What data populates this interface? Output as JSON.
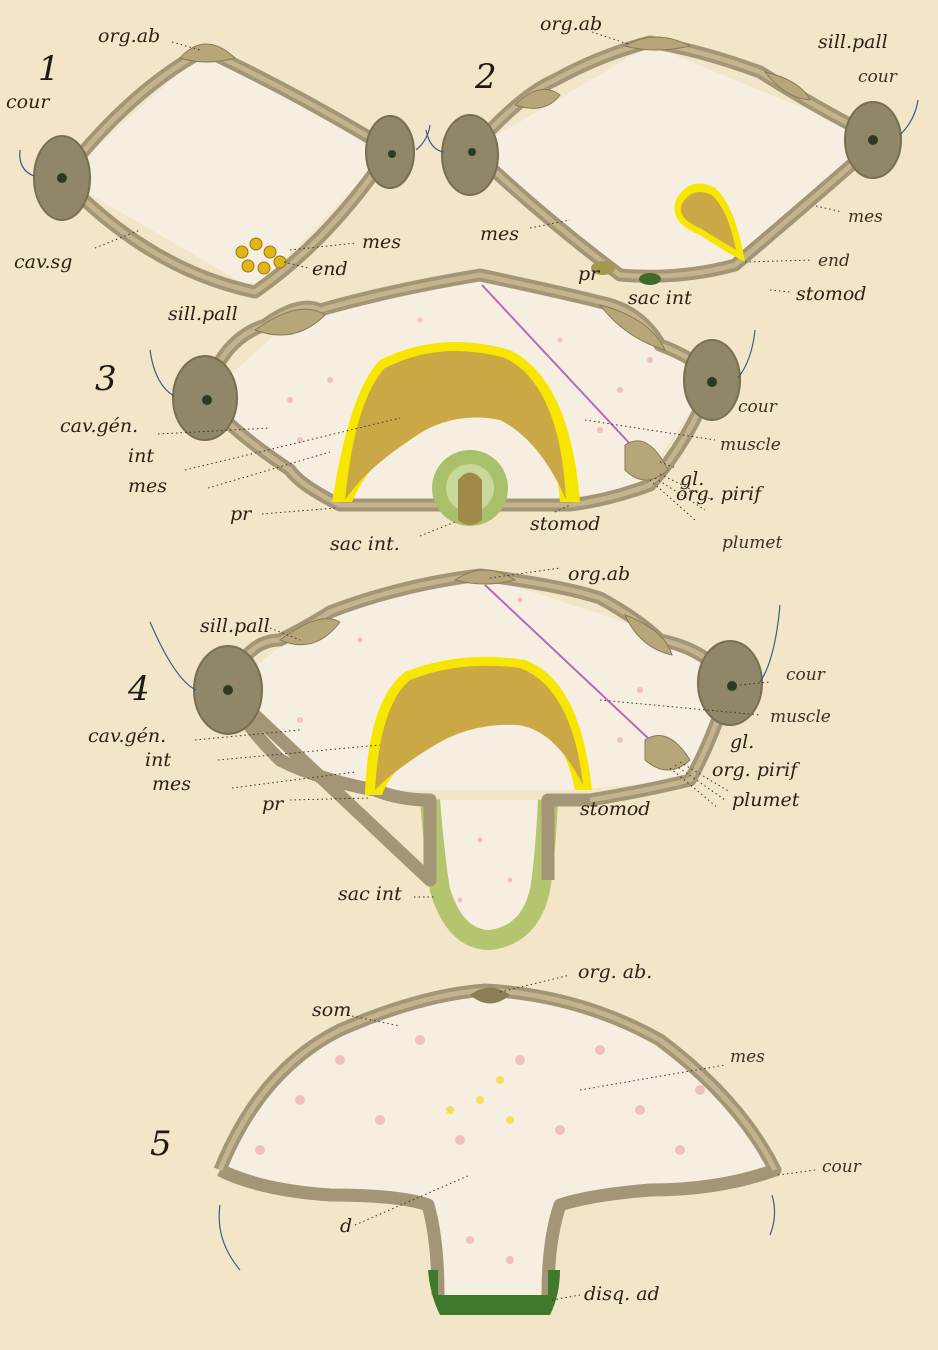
{
  "figures": [
    {
      "number": "1",
      "labels": {
        "org_ab": "org.ab",
        "cour": "cour",
        "cav_sg": "cav.sg",
        "mes": "mes",
        "end": "end"
      }
    },
    {
      "number": "2",
      "labels": {
        "org_ab": "org.ab",
        "sill_pall": "sill.pall",
        "cour": "cour",
        "mes_right": "mes",
        "mes_left": "mes",
        "end": "end",
        "pr": "pr",
        "sac_int": "sac int",
        "stomod": "stomod"
      }
    },
    {
      "number": "3",
      "labels": {
        "sill_pall": "sill.pall",
        "cour": "cour",
        "cav_gen": "cav.gén.",
        "int": "int",
        "mes": "mes",
        "muscle": "muscle",
        "gl": "gl.",
        "org_pirif": "org. pirif",
        "pr": "pr",
        "stomod": "stomod",
        "sac_int": "sac int.",
        "plumet": "plumet"
      }
    },
    {
      "number": "4",
      "labels": {
        "org_ab": "org.ab",
        "sill_pall": "sill.pall",
        "cour": "cour",
        "muscle": "muscle",
        "gl": "gl.",
        "org_pirif": "org. pirif",
        "plumet": "plumet",
        "cav_gen": "cav.gén.",
        "int": "int",
        "mes": "mes",
        "pr": "pr",
        "stomod": "stomod",
        "sac_int": "sac int"
      }
    },
    {
      "number": "5",
      "labels": {
        "org_ab": "org. ab.",
        "som": "som",
        "mes": "mes",
        "cour": "cour",
        "d": "d",
        "disq_ad": "disq. ad"
      }
    }
  ],
  "colors": {
    "paper": "#f3e6c8",
    "wall": "#a39677",
    "cell": "#8f8768",
    "nucleus": "#2c3a22",
    "intestine": "#c9a845",
    "intestine_rim": "#f7e600",
    "stomodeum": "#a9c06a",
    "adhesive_disc": "#3f7a2c",
    "muscle": "#b46bb7",
    "cilia": "#3b5c8c",
    "mesenchyme_dots": "#f2c0bc"
  }
}
